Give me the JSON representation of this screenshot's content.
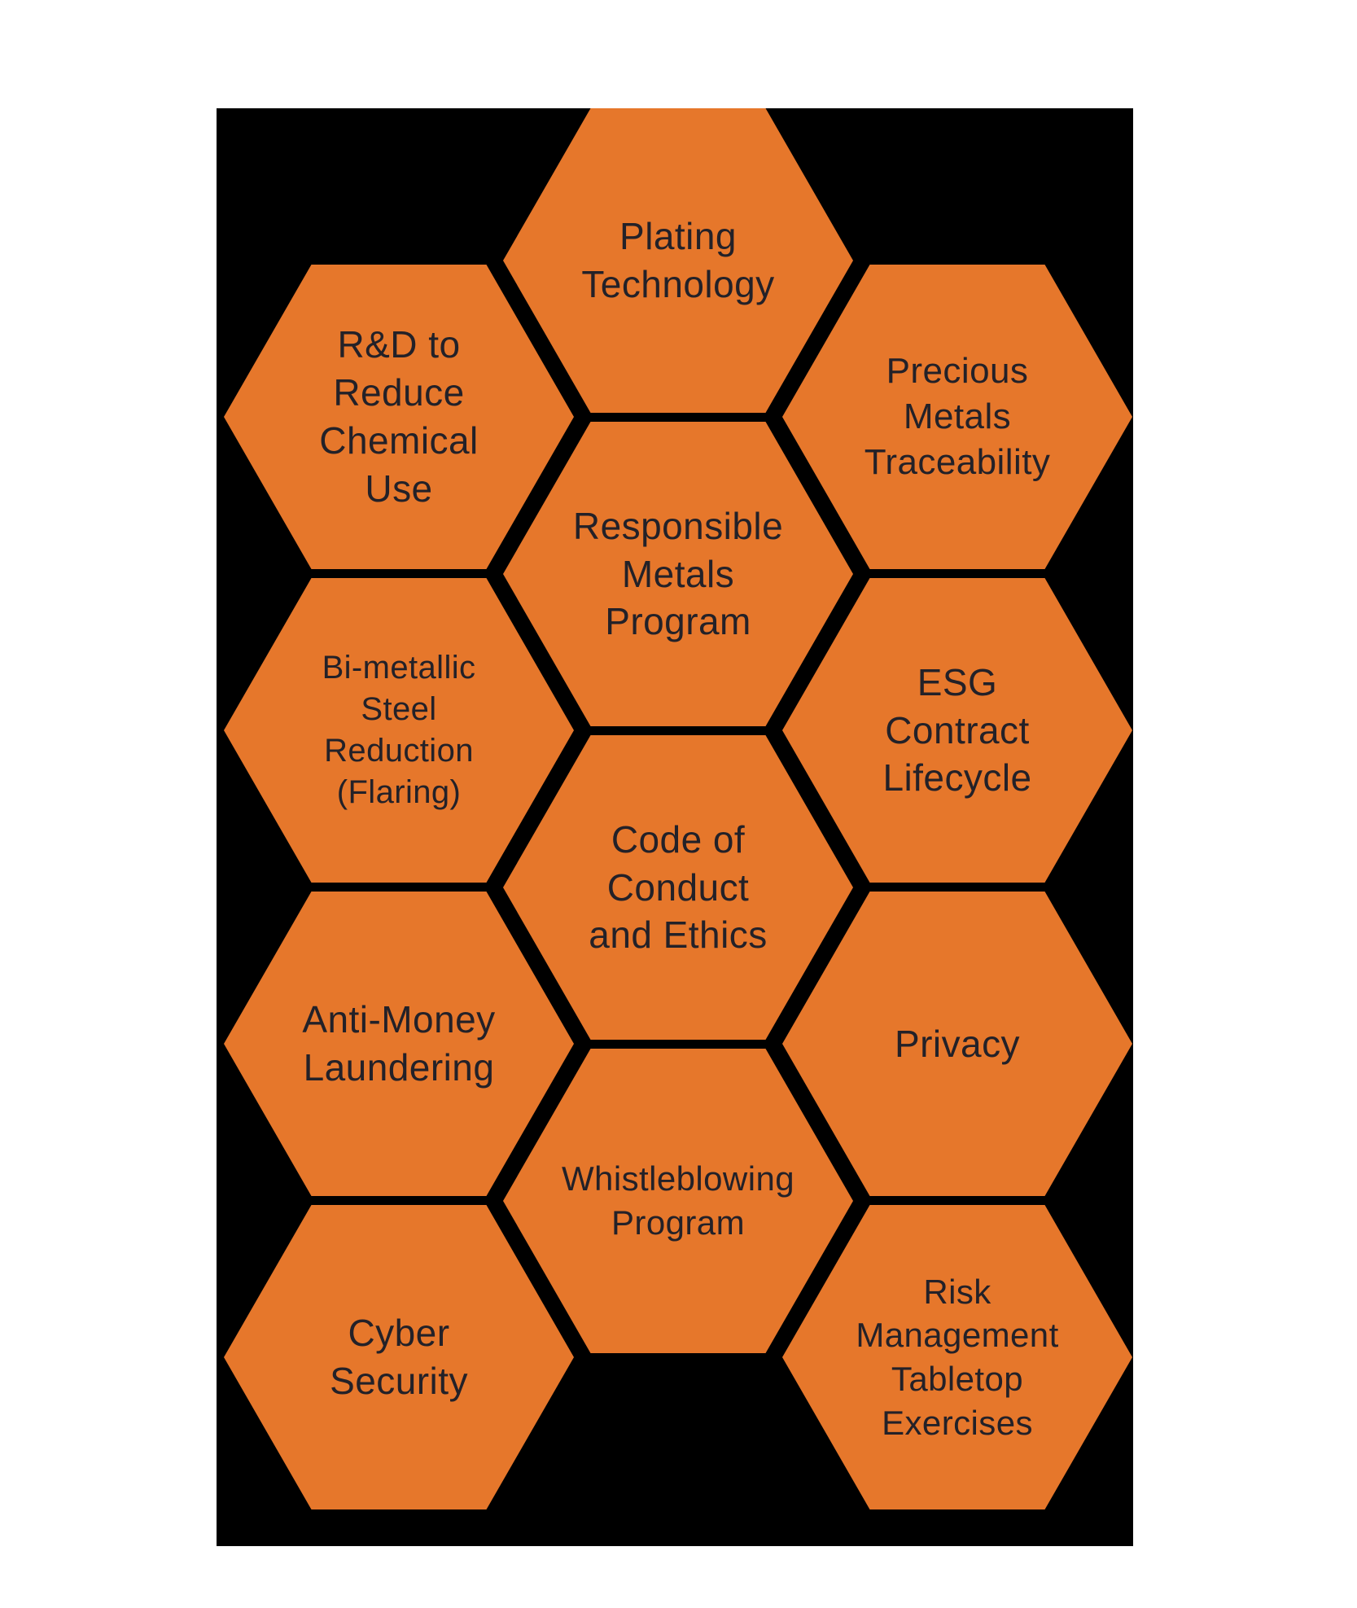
{
  "diagram": {
    "panel_color": "#000000",
    "hex_color": "#E6772B",
    "text_color": "#232128",
    "cells": [
      {
        "id": "plating-technology",
        "label": "Plating\nTechnology"
      },
      {
        "id": "rd-reduce-chemical-use",
        "label": "R&D to\nReduce\nChemical\nUse"
      },
      {
        "id": "precious-metals-traceability",
        "label": "Precious\nMetals\nTraceability"
      },
      {
        "id": "responsible-metals-program",
        "label": "Responsible\nMetals\nProgram"
      },
      {
        "id": "bi-metallic-steel-reduction",
        "label": "Bi-metallic\nSteel\nReduction\n(Flaring)"
      },
      {
        "id": "esg-contract-lifecycle",
        "label": "ESG\nContract\nLifecycle"
      },
      {
        "id": "code-of-conduct-ethics",
        "label": "Code of\nConduct\nand Ethics"
      },
      {
        "id": "anti-money-laundering",
        "label": "Anti-Money\nLaundering"
      },
      {
        "id": "privacy",
        "label": "Privacy"
      },
      {
        "id": "whistleblowing-program",
        "label": "Whistleblowing\nProgram"
      },
      {
        "id": "cyber-security",
        "label": "Cyber\nSecurity"
      },
      {
        "id": "risk-management-tabletop",
        "label": "Risk\nManagement\nTabletop\nExercises"
      }
    ]
  }
}
